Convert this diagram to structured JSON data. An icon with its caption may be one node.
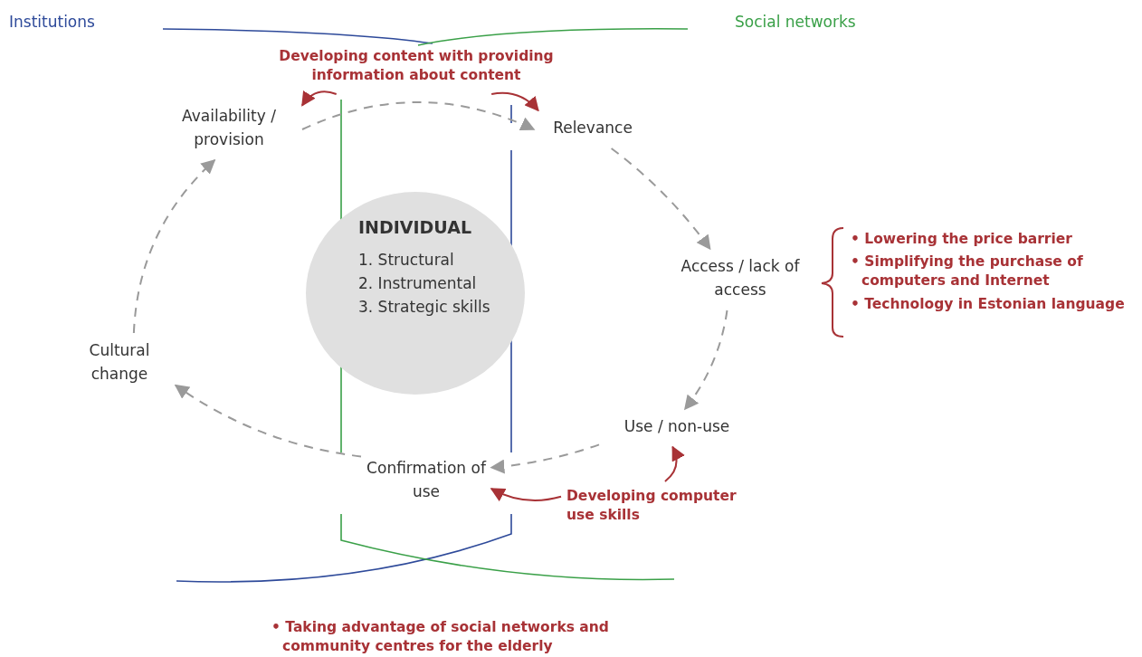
{
  "diagram": {
    "nodes": [
      {
        "text": [
          "Developing content with providing information about content"
        ]
      },
      {
        "text": [
          "Availability / provision"
        ]
      },
      {
        "text": [
          "Relevance"
        ]
      },
      {
        "text": [
          "INDIVIDUAL",
          "1. Structural",
          "2. Instrumental",
          "3. Strategic skills"
        ]
      },
      {
        "text": [
          "Access / lack of access"
        ]
      },
      {
        "text": [
          "Cultural change"
        ]
      },
      {
        "text": [
          "Use / non-use"
        ]
      },
      {
        "text": [
          "Confirmation of use"
        ]
      },
      {
        "text": [
          "Developing computer use skills"
        ]
      }
    ],
    "edges": [
      {
        "from": 1,
        "to": 2,
        "arrow": "to",
        "style": "dashed"
      },
      {
        "from": 2,
        "to": 4,
        "arrow": "to",
        "style": "dashed"
      },
      {
        "from": 4,
        "to": 6,
        "arrow": "to",
        "style": "dashed"
      },
      {
        "from": 6,
        "to": 7,
        "arrow": "to",
        "style": "dashed"
      },
      {
        "from": 7,
        "to": 5,
        "arrow": "to",
        "style": "dashed"
      },
      {
        "from": 5,
        "to": 1,
        "arrow": "to",
        "style": "dashed"
      },
      {
        "from": 0,
        "to": 1,
        "arrow": "to",
        "color": "#a83236"
      },
      {
        "from": 0,
        "to": 2,
        "arrow": "to",
        "color": "#a83236"
      },
      {
        "from": 8,
        "to": 6,
        "arrow": "to",
        "color": "#a83236"
      },
      {
        "from": 8,
        "to": 7,
        "arrow": "to",
        "color": "#a83236"
      }
    ],
    "labels": [
      "Institutions",
      "Social networks",
      "• Lowering the price barrier",
      "• Simplifying the purchase of computers and Internet",
      "• Technology in Estonian language",
      "• Taking advantage of social networks and community centres for the elderly"
    ]
  }
}
